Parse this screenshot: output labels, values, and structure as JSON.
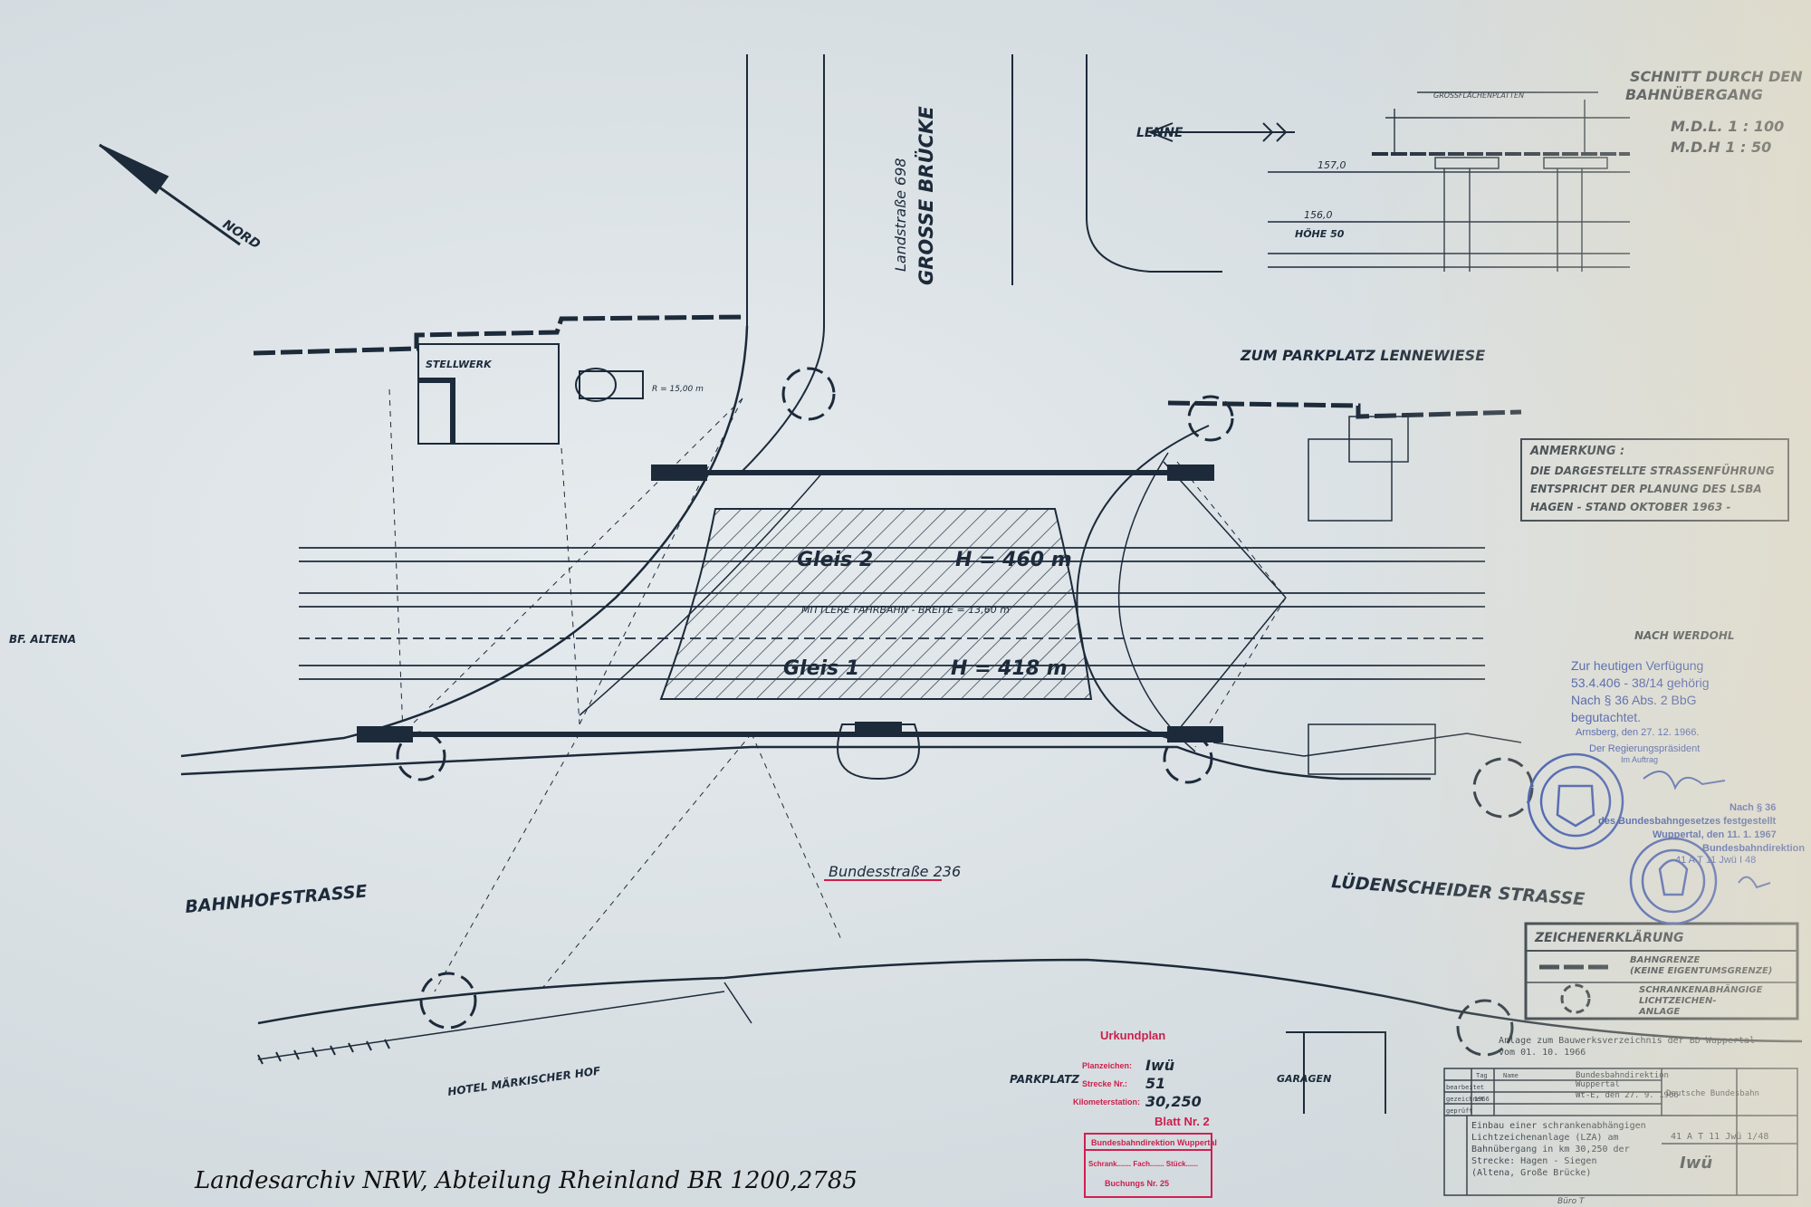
{
  "north_label": "NORD",
  "landstrasse": "Landstraße 698",
  "grosse_bruecke": "GROSSE BRÜCKE",
  "lenne": "LENNE",
  "section": {
    "title_1": "SCHNITT DURCH DEN",
    "title_2": "BAHNÜBERGANG",
    "mdl": "M.D.L.  1 : 100",
    "mdh": "M.D.H  1 : 50",
    "platten": "GROSSFLÄCHENPLATTEN",
    "level_157": "157,0",
    "level_156": "156,0",
    "hoehe": "HÖHE  50"
  },
  "stellwerk": "STELLWERK",
  "radius": "R = 15,00 m",
  "zum_parkplatz": "ZUM PARKPLATZ LENNEWIESE",
  "anmerkung": {
    "title": "ANMERKUNG :",
    "line_1": "DIE DARGESTELLTE STRASSENFÜHRUNG",
    "line_2": "ENTSPRICHT DER PLANUNG DES LSBA",
    "line_3": "HAGEN - STAND OKTOBER 1963 -"
  },
  "gleis_2": "Gleis  2",
  "gleis_2_h": "H = 460 m",
  "gleis_1": "Gleis  1",
  "gleis_1_h": "H = 418 m",
  "fahrbahn": "MITTLERE FAHRBAHN - BREITE = 13,60 m",
  "bf_altena": "BF. ALTENA",
  "nach_werdohl": "NACH WERDOHL",
  "bahnhofstrasse": "BAHNHOFSTRASSE",
  "bundesstrasse": "Bundesstraße 236",
  "luedenscheider": "LÜDENSCHEIDER  STRASSE",
  "hotel": "HOTEL MÄRKISCHER HOF",
  "parkplatz": "PARKPLATZ",
  "garagen": "GARAGEN",
  "stamp_verfuegung": {
    "line_1": "Zur heutigen Verfügung",
    "line_2": "53.4.406 - 38/14 gehörig",
    "line_3": "Nach § 36 Abs. 2 BbG",
    "line_4": "begutachtet.",
    "line_5": "Arnsberg, den  27. 12.  1966.",
    "line_6": "Der Regierungspräsident",
    "line_7": "Im Auftrag"
  },
  "stamp_bundesbahn": {
    "line_1": "Nach § 36",
    "line_2": "des Bundesbahngesetzes festgestellt",
    "line_3": "Wuppertal, den  11. 1.  1967",
    "line_4": "Bundesbahndirektion",
    "line_5": "41 A T 11  Jwü  I 48"
  },
  "legend": {
    "title": "ZEICHENERKLÄRUNG",
    "item_1a": "BAHNGRENZE",
    "item_1b": "(KEINE EIGENTUMSGRENZE)",
    "item_2a": "SCHRANKENABHÄNGIGE",
    "item_2b": "LICHTZEICHEN-",
    "item_2c": "ANLAGE"
  },
  "urkundplan": {
    "title": "Urkundplan",
    "planzeichen_label": "Planzeichen:",
    "planzeichen_value": "Iwü",
    "strecke_label": "Strecke Nr.:",
    "strecke_value": "51",
    "km_label": "Kilometerstation:",
    "km_value": "30,250",
    "blatt": "Blatt Nr.  2"
  },
  "bd_stamp": {
    "line_1": "Bundesbahndirektion Wuppertal",
    "line_2": "Schrank.......  Fach.......  Stück......",
    "line_3": "Buchungs Nr.  25"
  },
  "anlage": {
    "line_1": "Anlage zum Bauwerksverzeichnis der BD Wuppertal",
    "line_2": "vom  01. 10. 1966"
  },
  "title_block": {
    "tag": "Tag",
    "name": "Name",
    "bearbeitet": "bearbeitet",
    "gezeichnet": "gezeichnet",
    "geprueft": "geprüft",
    "year": "1966",
    "bd_1": "Bundesbahndirektion",
    "bd_2": "Wuppertal",
    "date": "Wt-E, den  27. 9. 1966",
    "doc_no": "41 A T 11 Jwü 1/48",
    "desc_1": "Einbau einer schrankenabhängigen",
    "desc_2": "Lichtzeichenanlage (LZA) am",
    "desc_3": "Bahnübergang in km 30,250 der",
    "desc_4": "Strecke: Hagen - Siegen",
    "desc_5": "(Altena, Große Brücke)",
    "iwu": "Iwü",
    "dt_bundesbahn": "Deutsche Bundesbahn",
    "buero": "Büro T"
  },
  "caption": "Landesarchiv NRW, Abteilung Rheinland BR 1200,2785"
}
